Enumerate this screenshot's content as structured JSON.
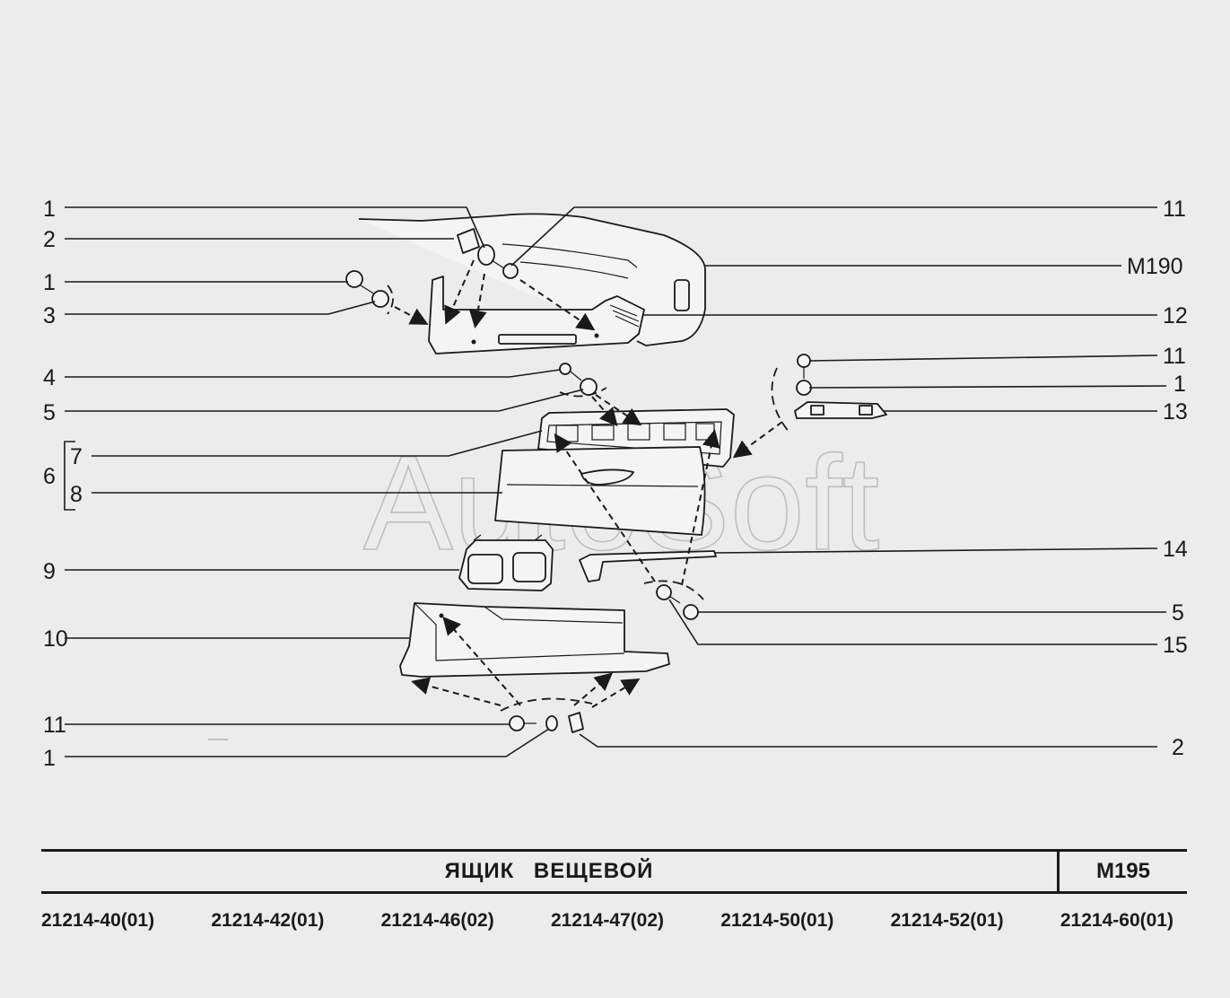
{
  "watermark": "AutoSoft",
  "callouts_left": [
    "1",
    "2",
    "1",
    "3",
    "4",
    "5",
    "7",
    "6",
    "8",
    "9",
    "10",
    "11",
    "1"
  ],
  "callouts_right": [
    "11",
    "M190",
    "12",
    "11",
    "1",
    "13",
    "14",
    "5",
    "15",
    "2"
  ],
  "title": "ЯЩИК ВЕЩЕВОЙ",
  "page_code": "M195",
  "models": [
    "21214-40(01)",
    "21214-42(01)",
    "21214-46(02)",
    "21214-47(02)",
    "21214-50(01)",
    "21214-52(01)",
    "21214-60(01)"
  ]
}
